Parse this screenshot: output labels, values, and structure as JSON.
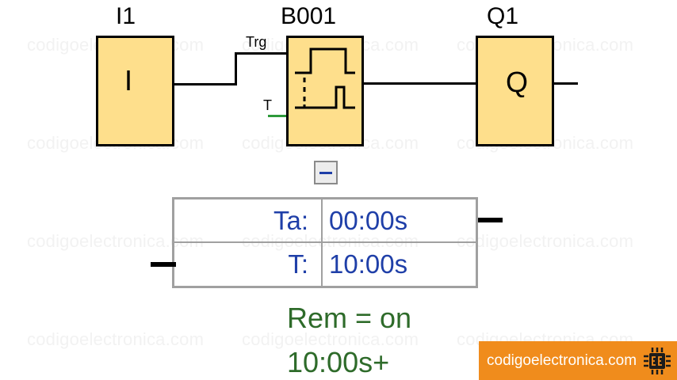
{
  "watermark": "codigoelectronica.com",
  "blocks": {
    "input": {
      "title": "I1",
      "label": "I"
    },
    "timer": {
      "title": "B001",
      "pin_trigger": "Trg",
      "pin_time": "T"
    },
    "output": {
      "title": "Q1",
      "label": "Q"
    }
  },
  "collapse_button": {
    "icon": "minus-icon"
  },
  "params": {
    "rows": [
      {
        "label": "Ta:",
        "value": "00:00s"
      },
      {
        "label": "T:",
        "value": "10:00s"
      }
    ]
  },
  "status": {
    "line1": "Rem = on",
    "line2": "10:00s+"
  },
  "brand": {
    "text": "codigoelectronica.com",
    "icon": "chip-icon",
    "color": "#f08c1c"
  },
  "colors": {
    "block_fill": "#fedf8c",
    "param_text": "#1f3fa8",
    "status_text": "#2e6b2a",
    "time_pin_wire": "#2e9a3a"
  }
}
